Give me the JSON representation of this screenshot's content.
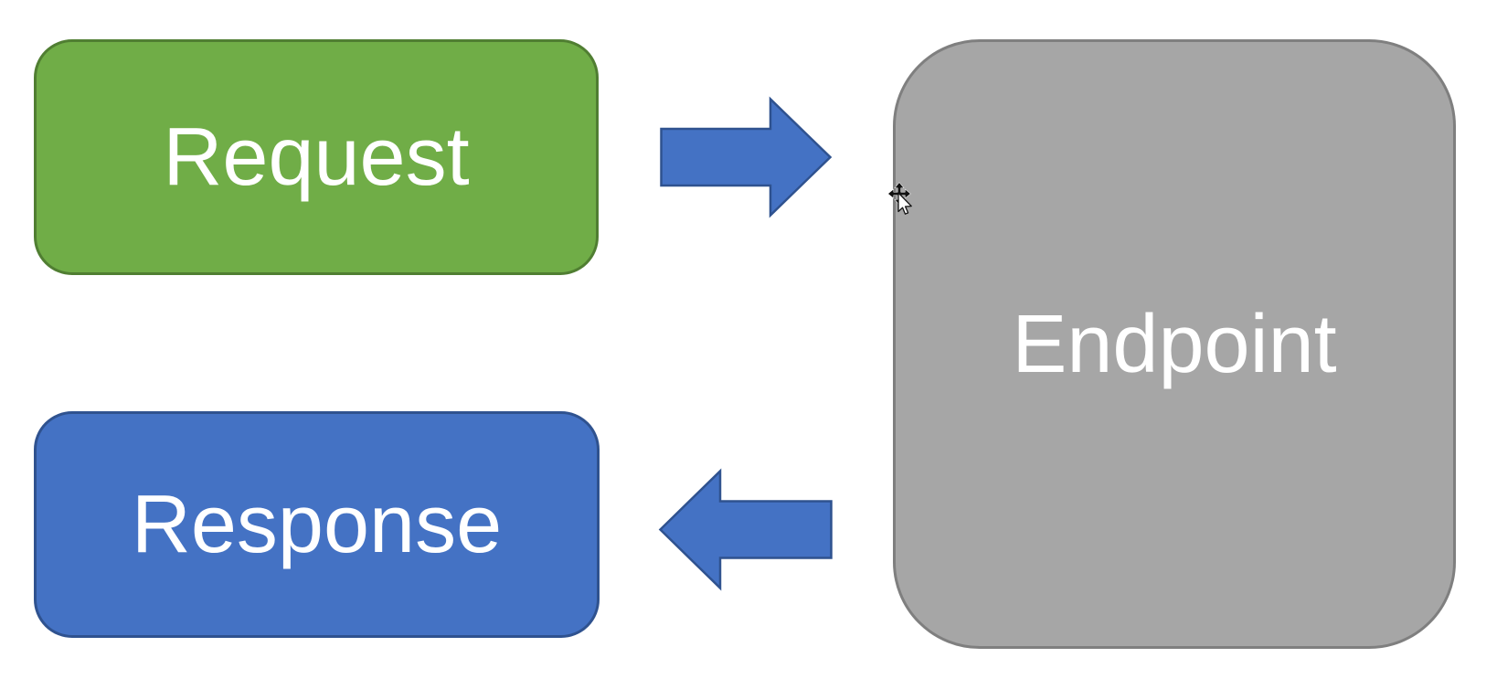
{
  "colors": {
    "canvas_bg": "#FFFFFF",
    "request_fill": "#70AD47",
    "request_border": "#507E32",
    "response_fill": "#4472C4",
    "response_border": "#2F528F",
    "endpoint_fill": "#A6A6A6",
    "endpoint_border": "#7F7F7F",
    "arrow_fill": "#4472C4",
    "arrow_border": "#2F528F",
    "label_text": "#FFFFFF"
  },
  "nodes": {
    "request": {
      "label": "Request"
    },
    "response": {
      "label": "Response"
    },
    "endpoint": {
      "label": "Endpoint"
    }
  },
  "connectors": {
    "request_to_endpoint": {
      "icon": "block-arrow-right-icon",
      "direction": "right"
    },
    "endpoint_to_response": {
      "icon": "block-arrow-left-icon",
      "direction": "left"
    }
  },
  "pointer": {
    "icon": "move-cursor-icon"
  }
}
